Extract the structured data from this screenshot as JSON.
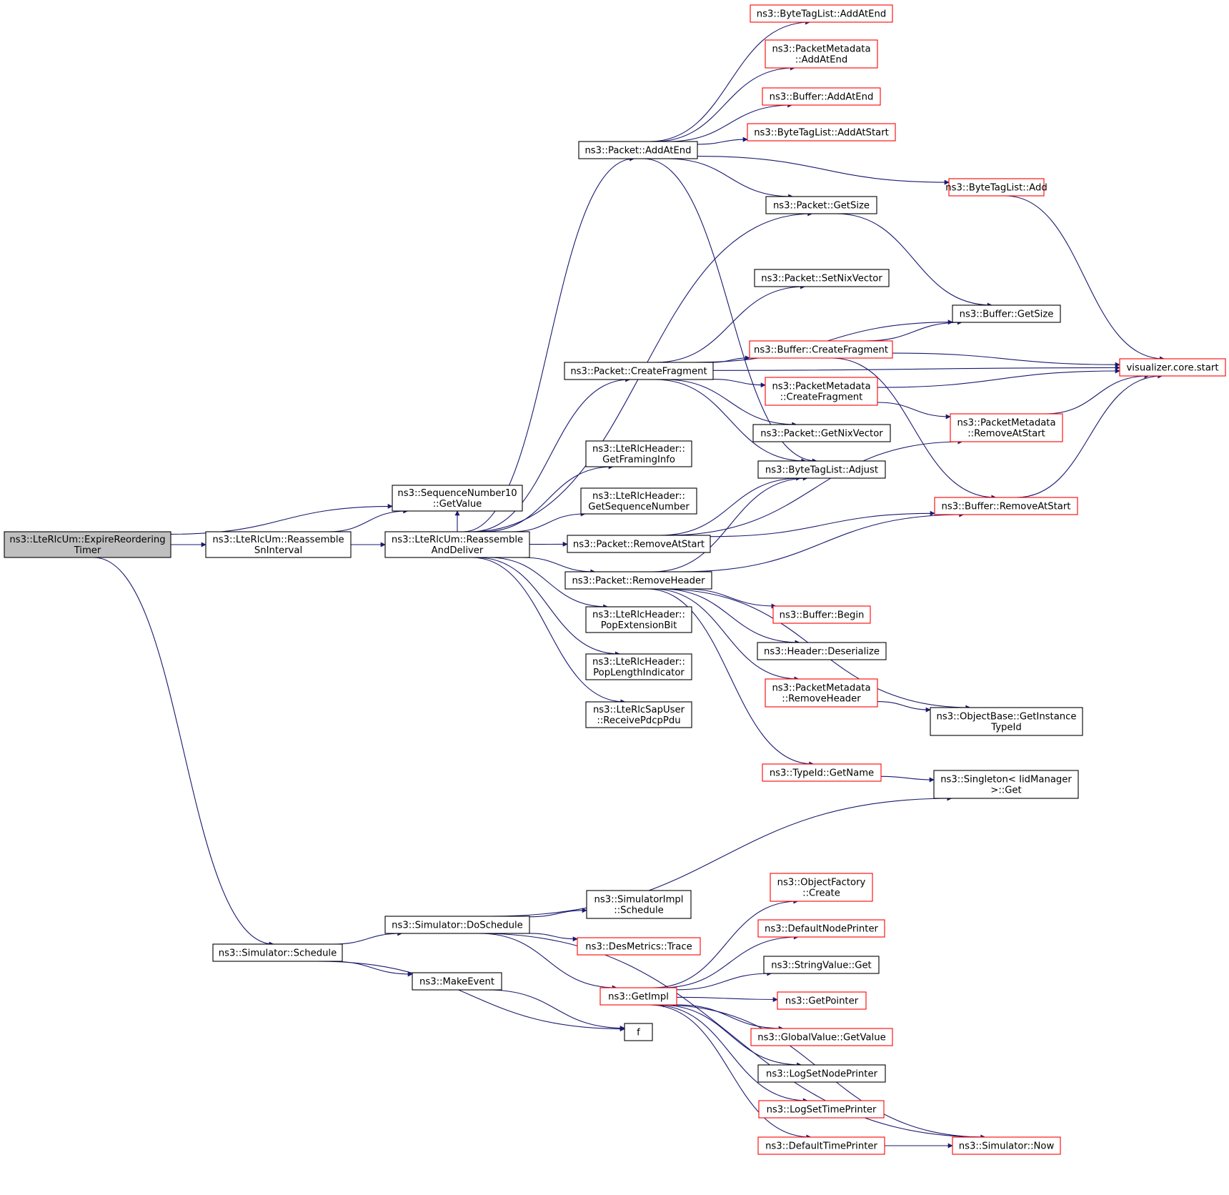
{
  "colors": {
    "edge": "#191970",
    "root_fill": "#bfbfbf",
    "node_fill": "#ffffff",
    "node_stroke": "#000000",
    "incomplete_stroke": "#ff0000"
  },
  "nodes": [
    {
      "id": "expire",
      "lines": [
        "ns3::LteRlcUm::ExpireReordering",
        "Timer"
      ],
      "kind": "root"
    },
    {
      "id": "reasm_sn",
      "lines": [
        "ns3::LteRlcUm::Reassemble",
        "SnInterval"
      ],
      "kind": "normal"
    },
    {
      "id": "seq_get",
      "lines": [
        "ns3::SequenceNumber10",
        "::GetValue"
      ],
      "kind": "normal"
    },
    {
      "id": "reasm_del",
      "lines": [
        "ns3::LteRlcUm::Reassemble",
        "AndDeliver"
      ],
      "kind": "normal"
    },
    {
      "id": "sim_sched",
      "lines": [
        "ns3::Simulator::Schedule"
      ],
      "kind": "normal"
    },
    {
      "id": "pkt_add_end",
      "lines": [
        "ns3::Packet::AddAtEnd"
      ],
      "kind": "normal"
    },
    {
      "id": "pkt_create_frag",
      "lines": [
        "ns3::Packet::CreateFragment"
      ],
      "kind": "normal"
    },
    {
      "id": "hdr_framing",
      "lines": [
        "ns3::LteRlcHeader::",
        "GetFramingInfo"
      ],
      "kind": "normal"
    },
    {
      "id": "hdr_seqnum",
      "lines": [
        "ns3::LteRlcHeader::",
        "GetSequenceNumber"
      ],
      "kind": "normal"
    },
    {
      "id": "pkt_remove_start",
      "lines": [
        "ns3::Packet::RemoveAtStart"
      ],
      "kind": "normal"
    },
    {
      "id": "pkt_remove_hdr",
      "lines": [
        "ns3::Packet::RemoveHeader"
      ],
      "kind": "normal"
    },
    {
      "id": "hdr_popext",
      "lines": [
        "ns3::LteRlcHeader::",
        "PopExtensionBit"
      ],
      "kind": "normal"
    },
    {
      "id": "hdr_poplen",
      "lines": [
        "ns3::LteRlcHeader::",
        "PopLengthIndicator"
      ],
      "kind": "normal"
    },
    {
      "id": "sap_recv",
      "lines": [
        "ns3::LteRlcSapUser",
        "::ReceivePdcpPdu"
      ],
      "kind": "normal"
    },
    {
      "id": "btl_add_end",
      "lines": [
        "ns3::ByteTagList::AddAtEnd"
      ],
      "kind": "incomplete"
    },
    {
      "id": "pm_add_end",
      "lines": [
        "ns3::PacketMetadata",
        "::AddAtEnd"
      ],
      "kind": "incomplete"
    },
    {
      "id": "buf_add_end",
      "lines": [
        "ns3::Buffer::AddAtEnd"
      ],
      "kind": "incomplete"
    },
    {
      "id": "btl_add_start",
      "lines": [
        "ns3::ByteTagList::AddAtStart"
      ],
      "kind": "incomplete"
    },
    {
      "id": "btl_add",
      "lines": [
        "ns3::ByteTagList::Add"
      ],
      "kind": "incomplete"
    },
    {
      "id": "pkt_getsize",
      "lines": [
        "ns3::Packet::GetSize"
      ],
      "kind": "normal"
    },
    {
      "id": "pkt_setnix",
      "lines": [
        "ns3::Packet::SetNixVector"
      ],
      "kind": "normal"
    },
    {
      "id": "buf_getsize",
      "lines": [
        "ns3::Buffer::GetSize"
      ],
      "kind": "normal"
    },
    {
      "id": "buf_create_frag",
      "lines": [
        "ns3::Buffer::CreateFragment"
      ],
      "kind": "incomplete"
    },
    {
      "id": "vis_start",
      "lines": [
        "visualizer.core.start"
      ],
      "kind": "incomplete"
    },
    {
      "id": "pm_create_frag",
      "lines": [
        "ns3::PacketMetadata",
        "::CreateFragment"
      ],
      "kind": "incomplete"
    },
    {
      "id": "pm_remove_start",
      "lines": [
        "ns3::PacketMetadata",
        "::RemoveAtStart"
      ],
      "kind": "incomplete"
    },
    {
      "id": "pkt_getnix",
      "lines": [
        "ns3::Packet::GetNixVector"
      ],
      "kind": "normal"
    },
    {
      "id": "btl_adjust",
      "lines": [
        "ns3::ByteTagList::Adjust"
      ],
      "kind": "normal"
    },
    {
      "id": "buf_remove_start",
      "lines": [
        "ns3::Buffer::RemoveAtStart"
      ],
      "kind": "incomplete"
    },
    {
      "id": "buf_begin",
      "lines": [
        "ns3::Buffer::Begin"
      ],
      "kind": "incomplete"
    },
    {
      "id": "hdr_deser",
      "lines": [
        "ns3::Header::Deserialize"
      ],
      "kind": "normal"
    },
    {
      "id": "pm_remove_hdr",
      "lines": [
        "ns3::PacketMetadata",
        "::RemoveHeader"
      ],
      "kind": "incomplete"
    },
    {
      "id": "ob_get_tid",
      "lines": [
        "ns3::ObjectBase::GetInstance",
        "TypeId"
      ],
      "kind": "normal"
    },
    {
      "id": "tid_getname",
      "lines": [
        "ns3::TypeId::GetName"
      ],
      "kind": "incomplete"
    },
    {
      "id": "singleton_get",
      "lines": [
        "ns3::Singleton< IidManager",
        ">::Get"
      ],
      "kind": "normal"
    },
    {
      "id": "sim_dosched",
      "lines": [
        "ns3::Simulator::DoSchedule"
      ],
      "kind": "normal"
    },
    {
      "id": "simimpl_sched",
      "lines": [
        "ns3::SimulatorImpl",
        "::Schedule"
      ],
      "kind": "normal"
    },
    {
      "id": "des_trace",
      "lines": [
        "ns3::DesMetrics::Trace"
      ],
      "kind": "incomplete"
    },
    {
      "id": "make_event",
      "lines": [
        "ns3::MakeEvent"
      ],
      "kind": "normal"
    },
    {
      "id": "get_impl",
      "lines": [
        "ns3::GetImpl"
      ],
      "kind": "incomplete"
    },
    {
      "id": "f_node",
      "lines": [
        "f"
      ],
      "kind": "normal"
    },
    {
      "id": "objfac_create",
      "lines": [
        "ns3::ObjectFactory",
        "::Create"
      ],
      "kind": "incomplete"
    },
    {
      "id": "default_node_printer",
      "lines": [
        "ns3::DefaultNodePrinter"
      ],
      "kind": "incomplete"
    },
    {
      "id": "strval_get",
      "lines": [
        "ns3::StringValue::Get"
      ],
      "kind": "normal"
    },
    {
      "id": "get_pointer",
      "lines": [
        "ns3::GetPointer"
      ],
      "kind": "incomplete"
    },
    {
      "id": "gv_getvalue",
      "lines": [
        "ns3::GlobalValue::GetValue"
      ],
      "kind": "incomplete"
    },
    {
      "id": "log_set_node",
      "lines": [
        "ns3::LogSetNodePrinter"
      ],
      "kind": "normal"
    },
    {
      "id": "log_set_time",
      "lines": [
        "ns3::LogSetTimePrinter"
      ],
      "kind": "incomplete"
    },
    {
      "id": "default_time_printer",
      "lines": [
        "ns3::DefaultTimePrinter"
      ],
      "kind": "incomplete"
    },
    {
      "id": "sim_now",
      "lines": [
        "ns3::Simulator::Now"
      ],
      "kind": "incomplete"
    }
  ],
  "edges": [
    {
      "from": "expire",
      "to": "reasm_sn"
    },
    {
      "from": "expire",
      "to": "seq_get"
    },
    {
      "from": "expire",
      "to": "sim_sched"
    },
    {
      "from": "reasm_sn",
      "to": "seq_get"
    },
    {
      "from": "reasm_sn",
      "to": "reasm_del"
    },
    {
      "from": "reasm_del",
      "to": "seq_get"
    },
    {
      "from": "reasm_del",
      "to": "pkt_add_end"
    },
    {
      "from": "reasm_del",
      "to": "pkt_getsize"
    },
    {
      "from": "reasm_del",
      "to": "pkt_create_frag"
    },
    {
      "from": "reasm_del",
      "to": "hdr_framing"
    },
    {
      "from": "reasm_del",
      "to": "hdr_seqnum"
    },
    {
      "from": "reasm_del",
      "to": "pkt_remove_start"
    },
    {
      "from": "reasm_del",
      "to": "pkt_remove_hdr"
    },
    {
      "from": "reasm_del",
      "to": "hdr_popext"
    },
    {
      "from": "reasm_del",
      "to": "hdr_poplen"
    },
    {
      "from": "reasm_del",
      "to": "sap_recv"
    },
    {
      "from": "pkt_add_end",
      "to": "btl_add_end"
    },
    {
      "from": "pkt_add_end",
      "to": "pm_add_end"
    },
    {
      "from": "pkt_add_end",
      "to": "buf_add_end"
    },
    {
      "from": "pkt_add_end",
      "to": "btl_add_start"
    },
    {
      "from": "pkt_add_end",
      "to": "btl_add"
    },
    {
      "from": "pkt_add_end",
      "to": "pkt_getsize"
    },
    {
      "from": "pkt_add_end",
      "to": "btl_adjust"
    },
    {
      "from": "btl_add",
      "to": "vis_start"
    },
    {
      "from": "pkt_getsize",
      "to": "buf_getsize"
    },
    {
      "from": "pkt_create_frag",
      "to": "vis_start"
    },
    {
      "from": "pkt_create_frag",
      "to": "pkt_setnix"
    },
    {
      "from": "pkt_create_frag",
      "to": "buf_getsize"
    },
    {
      "from": "pkt_create_frag",
      "to": "buf_create_frag"
    },
    {
      "from": "pkt_create_frag",
      "to": "pm_create_frag"
    },
    {
      "from": "pkt_create_frag",
      "to": "pkt_getnix"
    },
    {
      "from": "pkt_create_frag",
      "to": "btl_adjust"
    },
    {
      "from": "buf_create_frag",
      "to": "buf_getsize"
    },
    {
      "from": "buf_create_frag",
      "to": "vis_start"
    },
    {
      "from": "buf_create_frag",
      "to": "buf_remove_start"
    },
    {
      "from": "pm_create_frag",
      "to": "vis_start"
    },
    {
      "from": "pm_create_frag",
      "to": "pm_remove_start"
    },
    {
      "from": "pm_remove_start",
      "to": "vis_start"
    },
    {
      "from": "buf_remove_start",
      "to": "vis_start"
    },
    {
      "from": "pkt_remove_start",
      "to": "btl_adjust"
    },
    {
      "from": "pkt_remove_start",
      "to": "pm_remove_start"
    },
    {
      "from": "pkt_remove_start",
      "to": "buf_remove_start"
    },
    {
      "from": "pkt_remove_hdr",
      "to": "btl_adjust"
    },
    {
      "from": "pkt_remove_hdr",
      "to": "buf_remove_start"
    },
    {
      "from": "pkt_remove_hdr",
      "to": "buf_begin"
    },
    {
      "from": "pkt_remove_hdr",
      "to": "hdr_deser"
    },
    {
      "from": "pkt_remove_hdr",
      "to": "pm_remove_hdr"
    },
    {
      "from": "pkt_remove_hdr",
      "to": "ob_get_tid"
    },
    {
      "from": "pkt_remove_hdr",
      "to": "tid_getname"
    },
    {
      "from": "pm_remove_hdr",
      "to": "ob_get_tid"
    },
    {
      "from": "tid_getname",
      "to": "singleton_get"
    },
    {
      "from": "sim_sched",
      "to": "sim_dosched"
    },
    {
      "from": "sim_sched",
      "to": "make_event"
    },
    {
      "from": "sim_sched",
      "to": "f_node"
    },
    {
      "from": "make_event",
      "to": "f_node"
    },
    {
      "from": "sim_dosched",
      "to": "singleton_get"
    },
    {
      "from": "sim_dosched",
      "to": "sim_now"
    },
    {
      "from": "sim_dosched",
      "to": "simimpl_sched"
    },
    {
      "from": "sim_dosched",
      "to": "des_trace"
    },
    {
      "from": "sim_dosched",
      "to": "get_impl"
    },
    {
      "from": "get_impl",
      "to": "objfac_create"
    },
    {
      "from": "get_impl",
      "to": "default_node_printer"
    },
    {
      "from": "get_impl",
      "to": "strval_get"
    },
    {
      "from": "get_impl",
      "to": "get_pointer"
    },
    {
      "from": "get_impl",
      "to": "gv_getvalue"
    },
    {
      "from": "get_impl",
      "to": "log_set_node"
    },
    {
      "from": "get_impl",
      "to": "log_set_time"
    },
    {
      "from": "get_impl",
      "to": "default_time_printer"
    },
    {
      "from": "default_time_printer",
      "to": "sim_now"
    },
    {
      "from": "sim_now",
      "to": "get_impl"
    }
  ]
}
